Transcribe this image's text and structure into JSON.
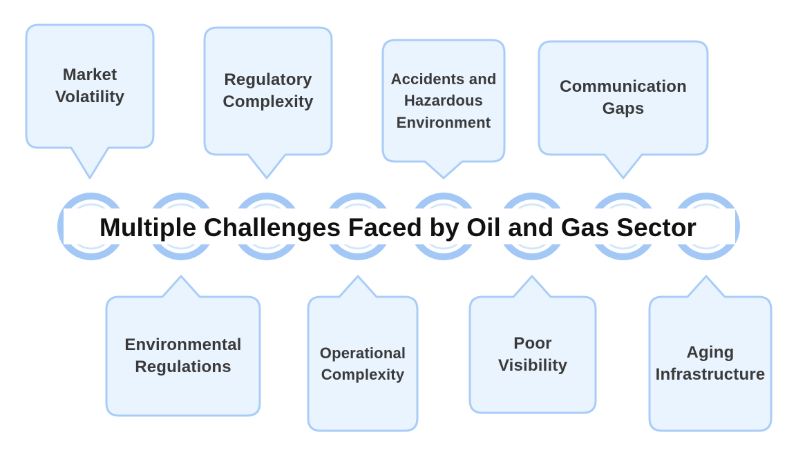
{
  "title": "Multiple Challenges Faced by Oil and Gas Sector",
  "colors": {
    "box_fill": "#eaf4ff",
    "box_stroke": "#a9cdf7",
    "ring_outer": "#a3c8f6",
    "ring_inner": "#d4e6fb",
    "title_band": "#ffffff",
    "text": "#3a3a3a",
    "title_text": "#111111"
  },
  "top_boxes": [
    {
      "label": "Market\nVolatility"
    },
    {
      "label": "Regulatory\nComplexity"
    },
    {
      "label": "Accidents and\nHazardous\nEnvironment"
    },
    {
      "label": "Communication\nGaps"
    }
  ],
  "bottom_boxes": [
    {
      "label": "Environmental\nRegulations"
    },
    {
      "label": "Operational\nComplexity"
    },
    {
      "label": "Poor\nVisibility"
    },
    {
      "label": "Aging\nInfrastructure"
    }
  ]
}
